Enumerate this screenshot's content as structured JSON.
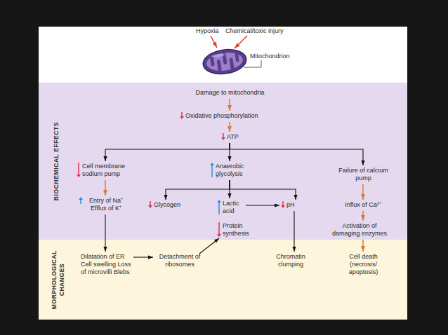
{
  "diagram": {
    "nodes": [
      {
        "text": [
          "BIOCHEMICAL EFFECTS"
        ]
      },
      {
        "text": [
          "Damage to mitochondria"
        ],
        "in": 0
      },
      {
        "text": [
          "Oxidative phosphorylation"
        ],
        "in": 0
      },
      {
        "text": [
          "ATP"
        ],
        "in": 0
      },
      {
        "text": [
          "Cell membrane sodium pump"
        ],
        "in": 0
      },
      {
        "text": [
          "Anaerobic glycolysis"
        ],
        "in": 0
      },
      {
        "text": [
          "Failure of calcium pump"
        ],
        "in": 0
      },
      {
        "text": [
          "Entry of Na⁺ Efflux of K⁺"
        ],
        "in": 0
      },
      {
        "text": [
          "Glycogen"
        ],
        "in": 0
      },
      {
        "text": [
          "Lactic acid"
        ],
        "in": 0
      },
      {
        "text": [
          "pH"
        ],
        "in": 0
      },
      {
        "text": [
          "Influx of Ca²⁺"
        ],
        "in": 0
      },
      {
        "text": [
          "Protein synthesis"
        ],
        "in": 0
      },
      {
        "text": [
          "Activation of damaging enzymes"
        ],
        "in": 0
      },
      {
        "text": [
          "MORPHOLOGICAL CHANGES"
        ]
      },
      {
        "text": [
          "Dilatation of ER Cell swelling Loss of microvilli Blebs"
        ],
        "in": 14
      },
      {
        "text": [
          "Detachment of ribosomes"
        ],
        "in": 14
      },
      {
        "text": [
          "Chromatin clumping"
        ],
        "in": 14
      },
      {
        "text": [
          "Cell death (necrosis/ apoptosis)"
        ],
        "in": 14
      }
    ],
    "edges": [
      {
        "from": 1,
        "to": 2,
        "arrow": "to"
      },
      {
        "from": 2,
        "to": 3,
        "arrow": "to"
      },
      {
        "from": 3,
        "to": 4,
        "arrow": "to"
      },
      {
        "from": 3,
        "to": 5,
        "arrow": "to"
      },
      {
        "from": 3,
        "to": 6,
        "arrow": "to"
      },
      {
        "from": 4,
        "to": 7,
        "arrow": "to"
      },
      {
        "from": 5,
        "to": 8,
        "arrow": "to"
      },
      {
        "from": 5,
        "to": 9,
        "arrow": "to"
      },
      {
        "from": 5,
        "to": 10,
        "arrow": "to"
      },
      {
        "from": 9,
        "to": 10,
        "arrow": "to"
      },
      {
        "from": 6,
        "to": 11,
        "arrow": "to"
      },
      {
        "from": 11,
        "to": 13,
        "arrow": "to"
      },
      {
        "from": 13,
        "to": 18,
        "arrow": "to"
      },
      {
        "from": 7,
        "to": 15,
        "arrow": "to"
      },
      {
        "from": 15,
        "to": 16,
        "arrow": "to"
      },
      {
        "from": 16,
        "to": 12,
        "arrow": "to"
      },
      {
        "from": 10,
        "to": 17,
        "arrow": "to"
      }
    ],
    "labels": [
      "Hypoxia",
      "Chemical/toxic injury",
      "Mitochondrion"
    ]
  }
}
